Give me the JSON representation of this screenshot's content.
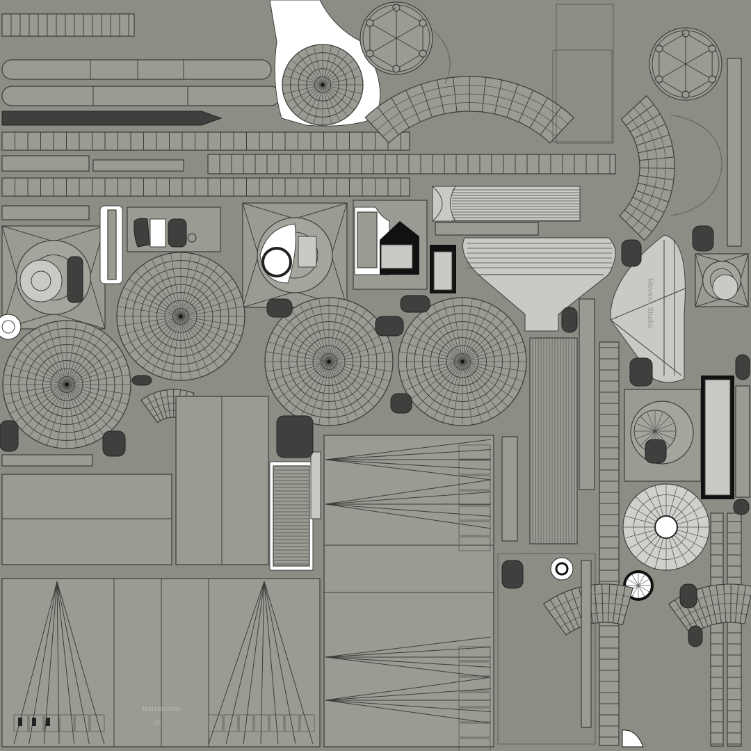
{
  "texture": {
    "brand_label": "TRIO LEUCHTEN",
    "ce_mark": "CE",
    "watermark_text": "Movexx Studio"
  },
  "colors": {
    "background": "#8c8e86",
    "panel": "#9a9c94",
    "wireframe": "#3b3d39",
    "highlight": "#ffffff",
    "dark_part": "#3e403d"
  }
}
